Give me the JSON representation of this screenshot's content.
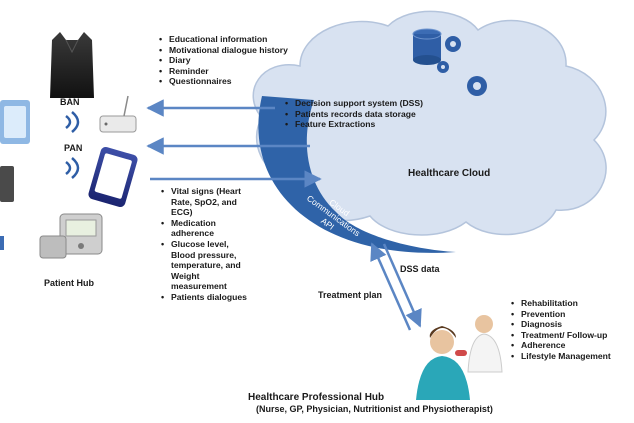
{
  "cloud": {
    "title": "Healthcare Cloud",
    "services": [
      "Decision support system (DSS)",
      "Patients records data storage",
      "Feature Extractions"
    ],
    "api_label_lines": [
      "Cloud",
      "Communications",
      "API"
    ]
  },
  "patient_hub": {
    "title": "Patient Hub",
    "ban_label": "BAN",
    "pan_label": "PAN",
    "outgoing_items": [
      "Vital signs (Heart Rate, SpO2, and ECG)",
      "Medication adherence",
      "Glucose level, Blood pressure, temperature, and Weight measurement",
      "Patients dialogues"
    ]
  },
  "incoming_items": [
    "Educational information",
    "Motivational dialogue history",
    "Diary",
    "Reminder",
    "Questionnaires"
  ],
  "links": {
    "dss_data": "DSS data",
    "treatment_plan": "Treatment plan"
  },
  "professional_hub": {
    "title": "Healthcare Professional Hub",
    "subtitle": "(Nurse, GP, Physician, Nutritionist and Physiotherapist)",
    "services": [
      "Rehabilitation",
      "Prevention",
      "Diagnosis",
      "Treatment/ Follow-up",
      "Adherence",
      "Lifestyle Management"
    ]
  },
  "colors": {
    "cloud_fill": "#d8e2f1",
    "cloud_stroke": "#b4c4dc",
    "api_band": "#2f63a8",
    "arrow": "#5b86c4"
  }
}
